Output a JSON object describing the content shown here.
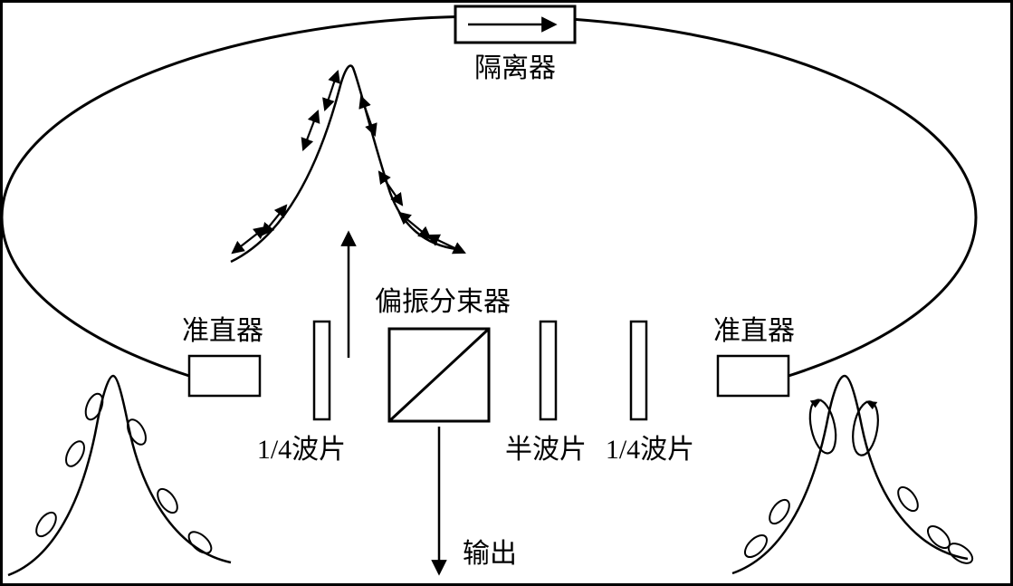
{
  "diagram": {
    "type": "optical-schematic",
    "description_domain": "fiber-laser-polarization-setup",
    "colors": {
      "line": "#000000",
      "background": "#ffffff"
    },
    "components": {
      "isolator": {
        "label": "隔离器"
      },
      "polarization_beam_splitter": {
        "label": "偏振分束器"
      },
      "collimator_left": {
        "label": "准直器"
      },
      "collimator_right": {
        "label": "准直器"
      },
      "quarter_waveplate_left": {
        "label": "1/4波片"
      },
      "half_waveplate": {
        "label": "半波片"
      },
      "quarter_waveplate_right": {
        "label": "1/4波片"
      },
      "output": {
        "label": "输出"
      }
    }
  }
}
